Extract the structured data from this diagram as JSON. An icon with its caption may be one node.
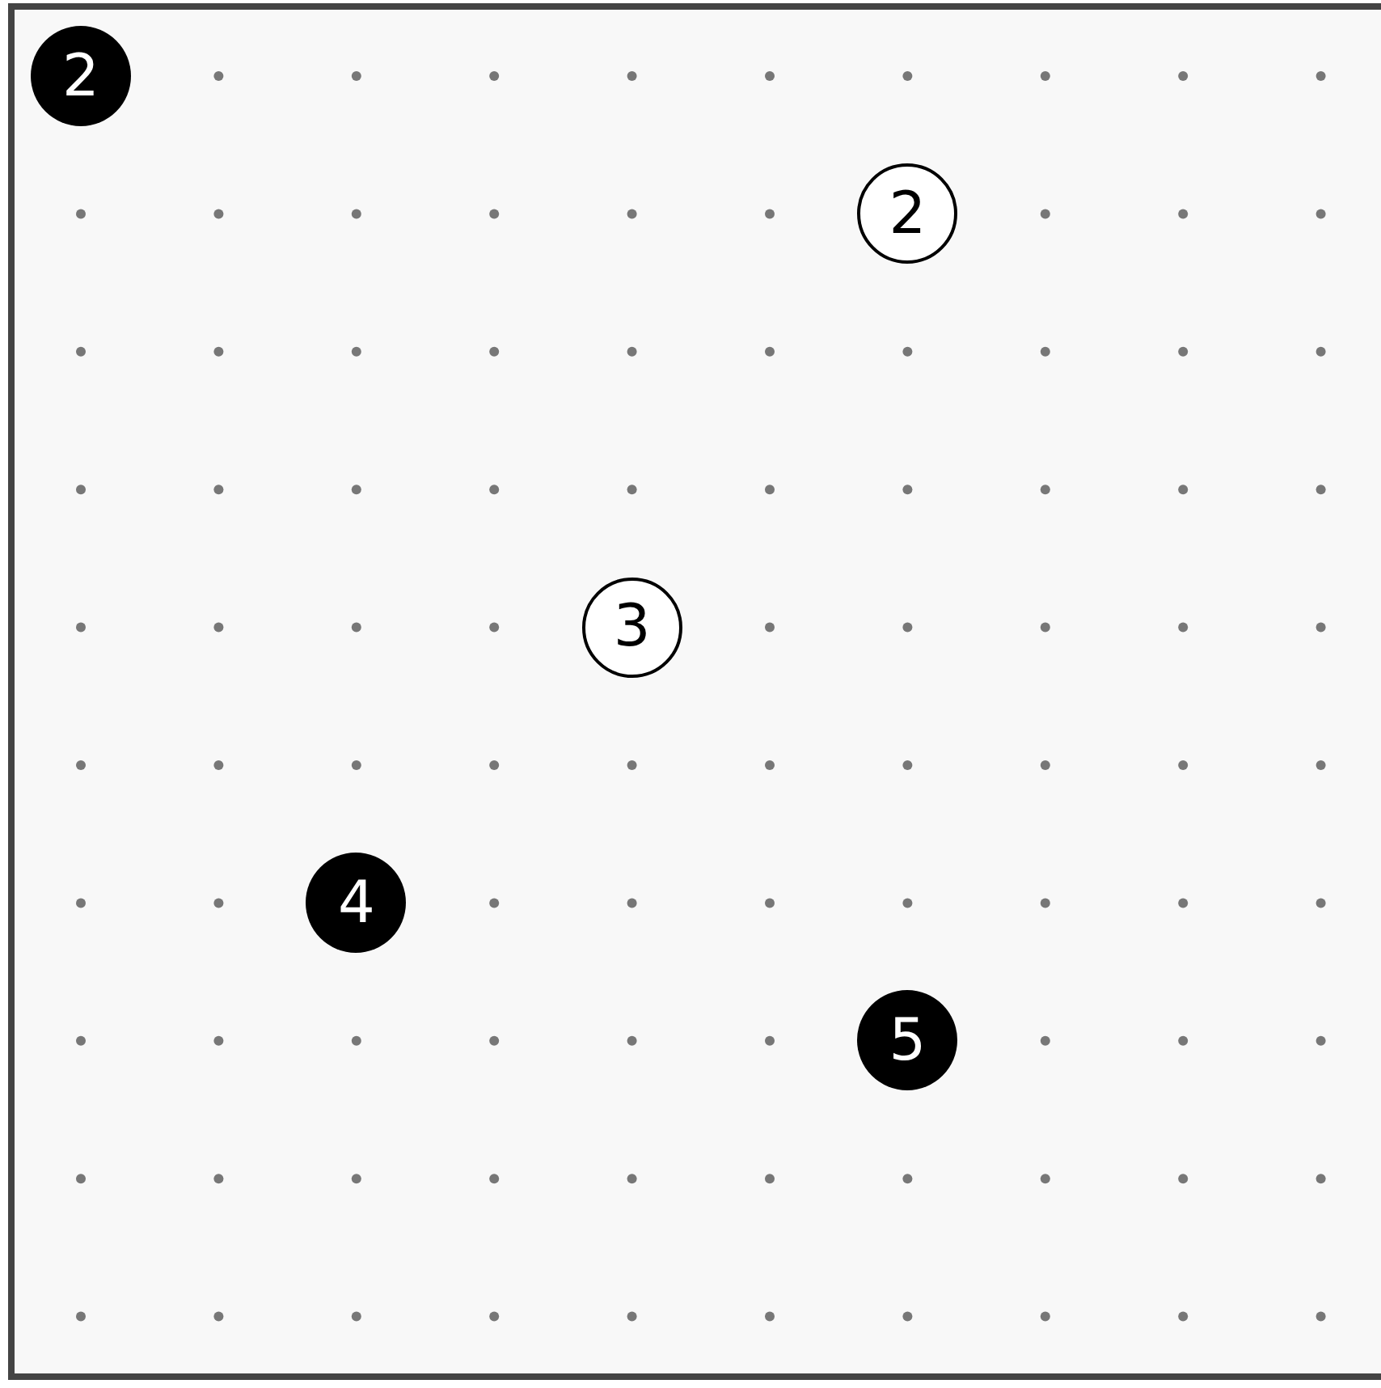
{
  "diagram": {
    "nodes": [
      {
        "text": [
          "2"
        ]
      },
      {
        "text": [
          "2"
        ]
      },
      {
        "text": [
          "3"
        ]
      },
      {
        "text": [
          "4"
        ]
      },
      {
        "text": [
          "5"
        ]
      }
    ],
    "edges": []
  }
}
